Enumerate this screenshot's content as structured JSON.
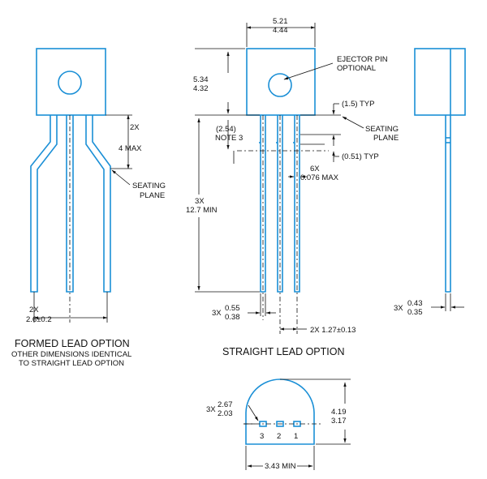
{
  "dimensions": {
    "body_width_max": "5.21",
    "body_width_min": "4.44",
    "body_height_max": "5.34",
    "body_height_min": "4.32",
    "ejector_pin_line1": "EJECTOR PIN",
    "ejector_pin_line2": "OPTIONAL",
    "lead_bend_typ": "(1.5) TYP",
    "seating_plane_line1": "SEATING",
    "seating_plane_line2": "PLANE",
    "pitch_ref": "(2.54)",
    "note_ref": "NOTE 3",
    "lead_offset_typ": "(0.51) TYP",
    "lead_thickness_qty": "6X",
    "lead_thickness_max": "0.076 MAX",
    "lead_length_qty": "3X",
    "lead_length_min": "12.7 MIN",
    "lead_width_qty": "3X",
    "lead_width_max": "0.55",
    "lead_width_min": "0.38",
    "lead_pitch": "2X 1.27±0.13",
    "side_lead_qty": "3X",
    "side_lead_max": "0.43",
    "side_lead_min": "0.35",
    "formed_bend_qty": "2X",
    "formed_bend_max": "4 MAX",
    "formed_pitch_qty": "2X",
    "formed_pitch": "2.6±0.2",
    "bottom_height_qty": "3X",
    "bottom_height_max": "2.67",
    "bottom_height_min": "2.03",
    "bottom_total_max": "4.19",
    "bottom_total_min": "3.17",
    "bottom_width_min": "3.43 MIN",
    "pin_labels": [
      "3",
      "2",
      "1"
    ]
  },
  "titles": {
    "formed_title": "FORMED LEAD OPTION",
    "formed_note_line1": "OTHER DIMENSIONS IDENTICAL",
    "formed_note_line2": "TO STRAIGHT LEAD OPTION",
    "straight_title": "STRAIGHT LEAD OPTION"
  }
}
